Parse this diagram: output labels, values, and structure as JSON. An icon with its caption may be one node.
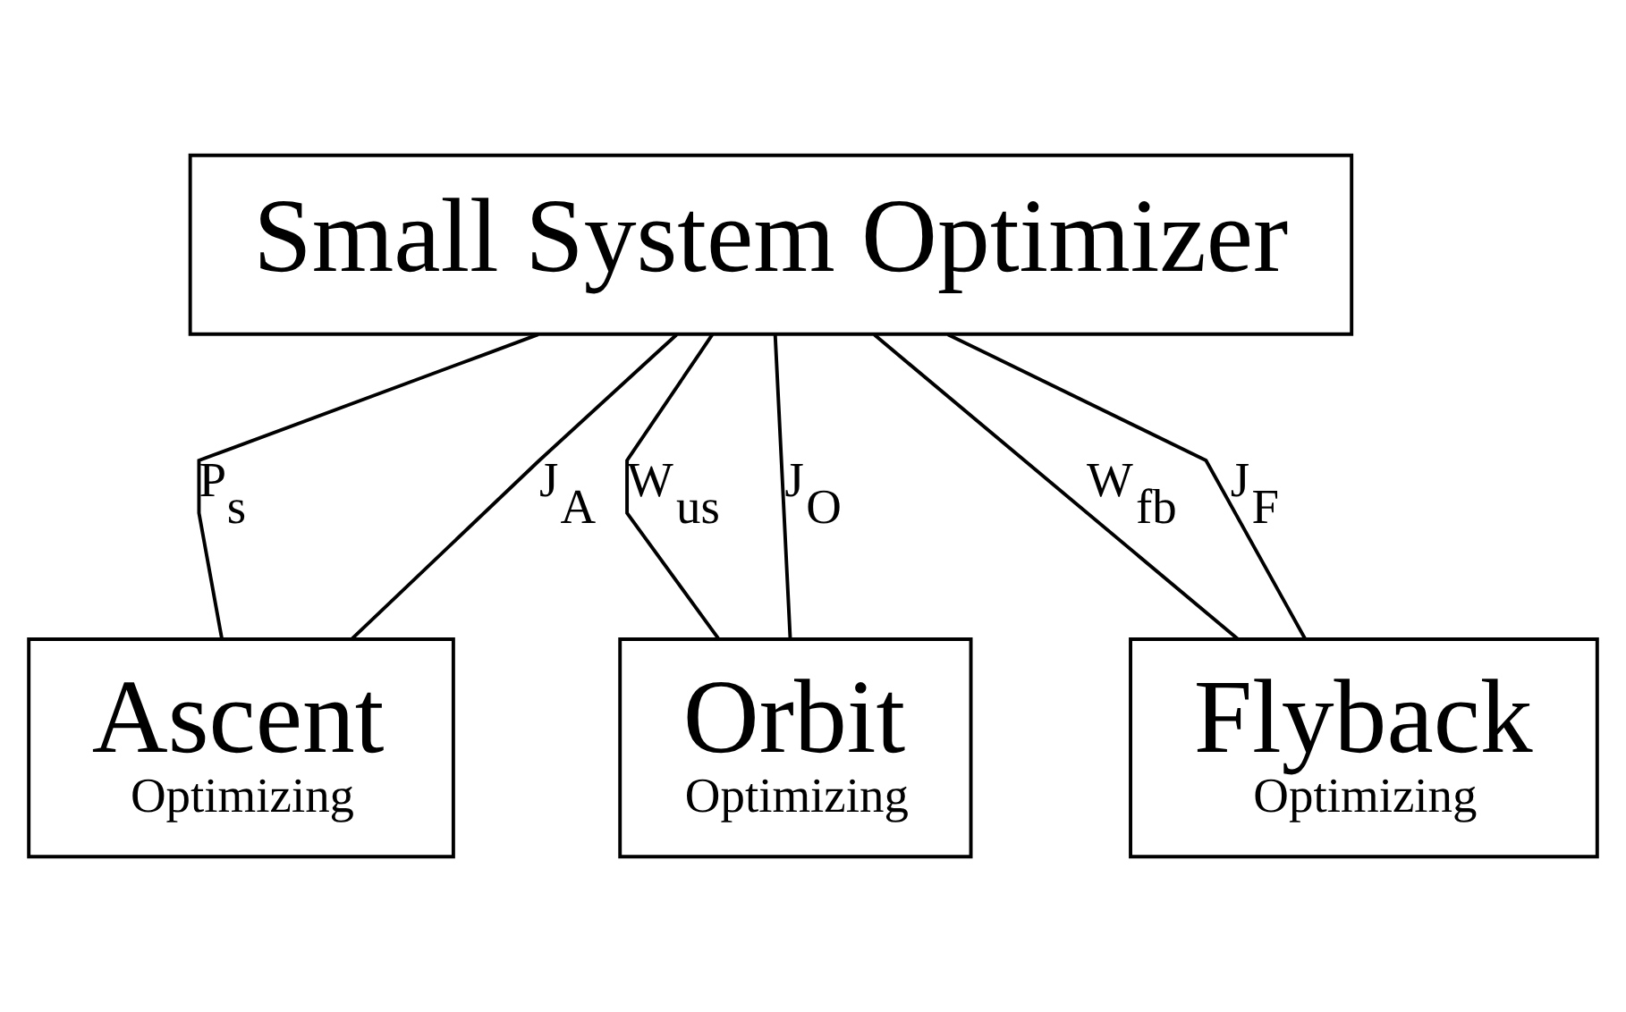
{
  "diagram": {
    "nodes": [
      {
        "text": [
          "Small System Optimizer"
        ]
      },
      {
        "text": [
          "Ascent",
          "Optimizing"
        ]
      },
      {
        "text": [
          "Orbit",
          "Optimizing"
        ]
      },
      {
        "text": [
          "Flyback",
          "Optimizing"
        ]
      }
    ],
    "edges": [
      {
        "from": 0,
        "to": 1,
        "arrow": "none",
        "label": "P$_{s}$"
      },
      {
        "from": 0,
        "to": 2,
        "arrow": "none",
        "label": "W$_{us}$"
      },
      {
        "from": 0,
        "to": 3,
        "arrow": "none",
        "label": "W$_{fb}$"
      },
      {
        "from": 1,
        "to": 0,
        "arrow": "none",
        "label": "J$_{A}$"
      },
      {
        "from": 2,
        "to": 0,
        "arrow": "none",
        "label": "J$_{O}$"
      },
      {
        "from": 3,
        "to": 0,
        "arrow": "none",
        "label": "J$_{F}$"
      }
    ]
  }
}
